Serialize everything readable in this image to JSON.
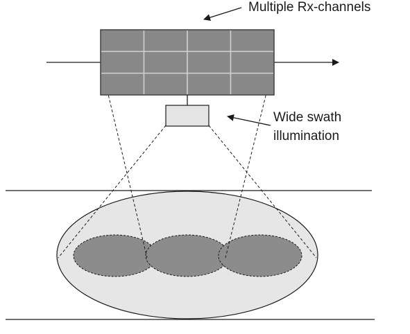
{
  "labels": {
    "rx_channels": "Multiple Rx-channels",
    "wide_swath_line1": "Wide swath",
    "wide_swath_line2": "illumination"
  },
  "antenna": {
    "rows": 3,
    "cols": 4
  },
  "footprints": {
    "count": 3
  },
  "colors": {
    "stroke": "#1a1a1a",
    "panel_fill": "#888888",
    "panel_grid": "#cfcfcf",
    "tx_fill": "#e4e4e4",
    "swath_fill": "#e6e6e6",
    "footprint_fill": "#8c8c8c"
  }
}
